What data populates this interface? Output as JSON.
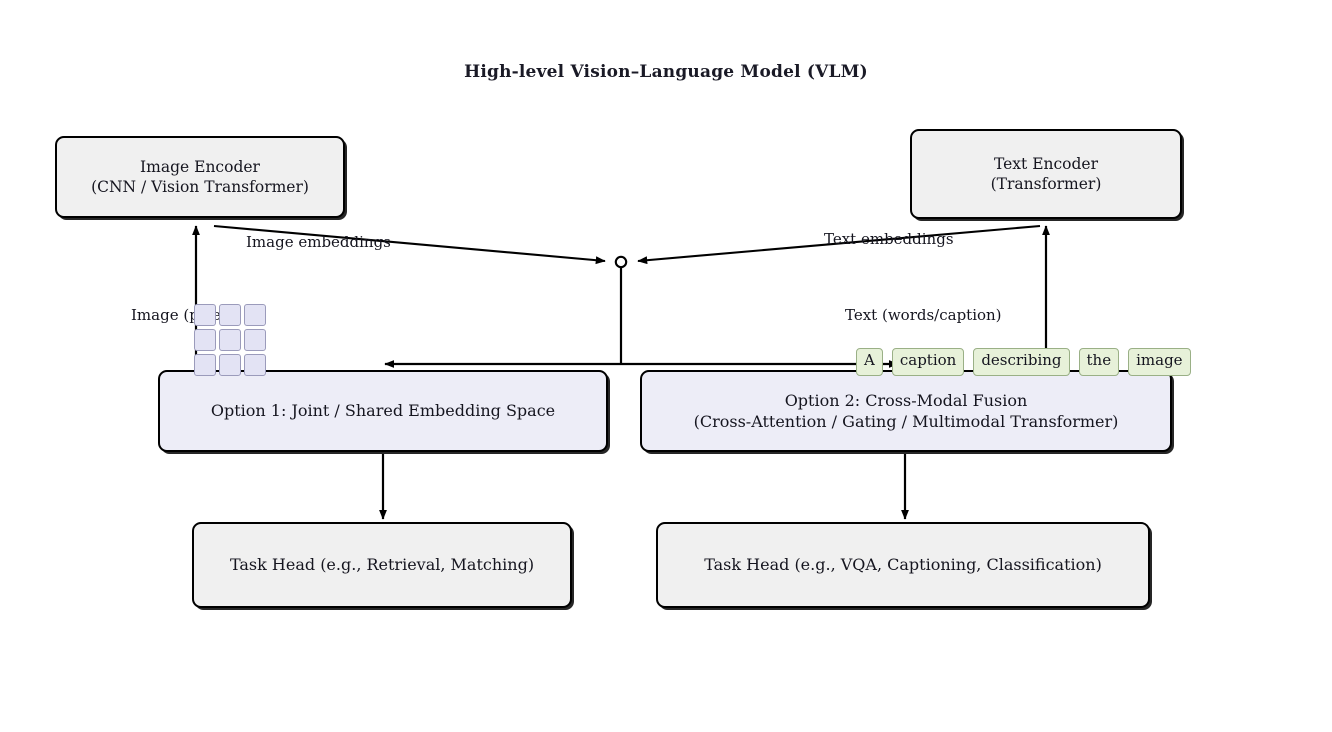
{
  "title": "High-level Vision–Language Model (VLM)",
  "nodes": {
    "image_encoder": {
      "line1": "Image Encoder",
      "line2": "(CNN / Vision Transformer)"
    },
    "text_encoder": {
      "line1": "Text Encoder",
      "line2": "(Transformer)"
    },
    "option1": {
      "line1": "Option 1: Joint / Shared Embedding Space",
      "line2": ""
    },
    "option2": {
      "line1": "Option 2: Cross-Modal Fusion",
      "line2": "(Cross-Attention / Gating / Multimodal Transformer)"
    },
    "task_head_left": {
      "line1": "Task Head (e.g., Retrieval, Matching)",
      "line2": ""
    },
    "task_head_right": {
      "line1": "Task Head (e.g., VQA, Captioning, Classification)",
      "line2": ""
    }
  },
  "edge_labels": {
    "image_embeddings": "Image embeddings",
    "text_embeddings": "Text embeddings",
    "image_input": "Image (pixels)",
    "text_input": "Text (words/caption)"
  },
  "tokens": [
    "A",
    "caption",
    "describing",
    "the",
    "image"
  ],
  "patch_count": 9,
  "colors": {
    "node_gray_fill": "#f0f0f0",
    "node_lavender_fill": "#ededf7",
    "node_border": "#000000",
    "patch_fill": "#e3e3f4",
    "patch_border": "#9b9bbb",
    "token_fill": "#e7f1d9",
    "token_border": "#9ab086",
    "text": "#15151f",
    "background": "#ffffff"
  }
}
